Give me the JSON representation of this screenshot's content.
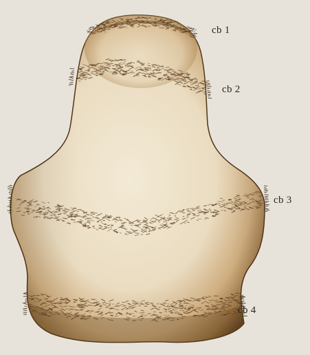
{
  "figure": {
    "labels": {
      "cb1": "cb 1",
      "cb2": "cb 2",
      "cb3": "cb 3",
      "cb4": "cb 4"
    },
    "colors": {
      "background": "#e8e3da",
      "body_light": "#efe5cf",
      "body_mid": "#c9a575",
      "body_edge": "#6e4e28",
      "band_stroke": "#5a3d20"
    }
  }
}
